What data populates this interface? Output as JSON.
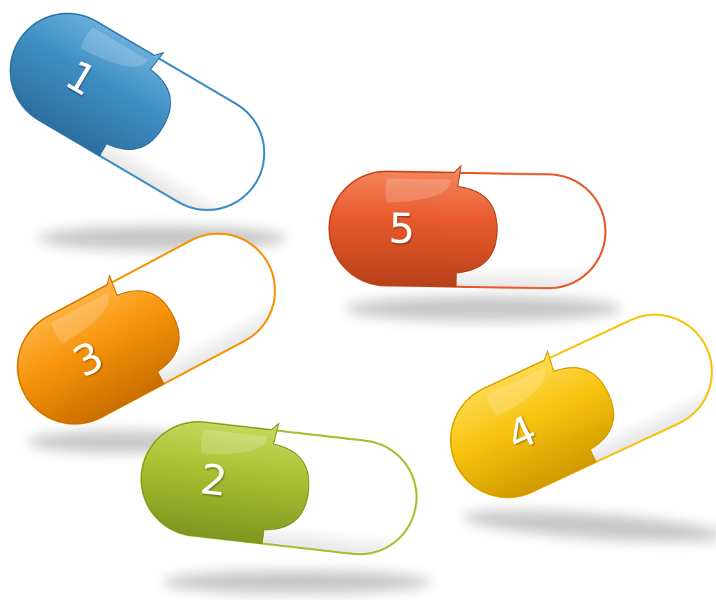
{
  "pills": [
    {
      "number": "1",
      "color": "#3f8fc4",
      "dark": "#2d6f9e",
      "light": "#6fb3de"
    },
    {
      "number": "2",
      "color": "#a8c030",
      "dark": "#7f9620",
      "light": "#c7db63"
    },
    {
      "number": "3",
      "color": "#f7940a",
      "dark": "#c96f00",
      "light": "#ffb648"
    },
    {
      "number": "4",
      "color": "#f8c30f",
      "dark": "#d19a00",
      "light": "#ffdc58"
    },
    {
      "number": "5",
      "color": "#e85a2c",
      "dark": "#b8401a",
      "light": "#f58a62"
    }
  ]
}
